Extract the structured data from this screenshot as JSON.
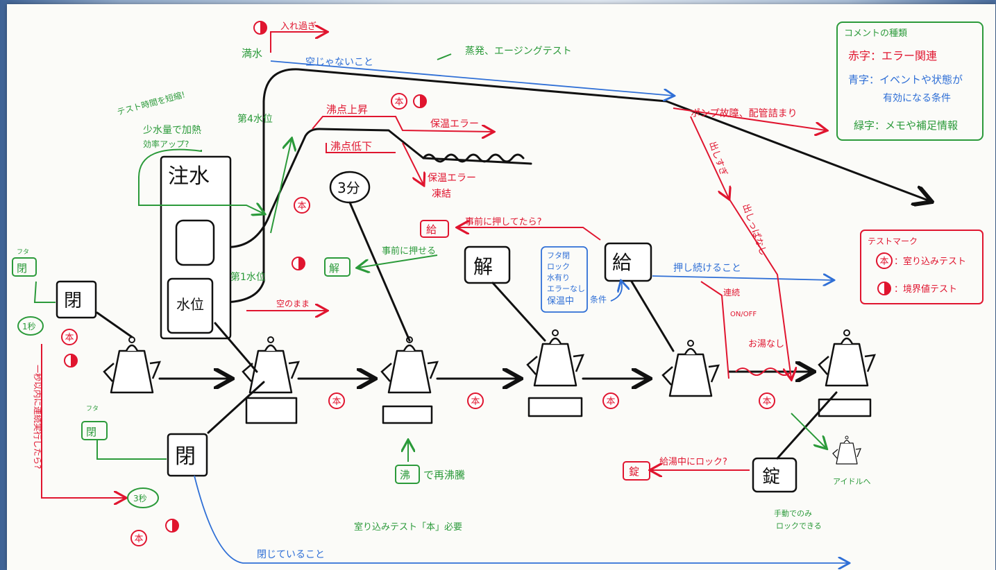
{
  "notes_top": {
    "full_water": "満水",
    "not_empty": "空じゃないこと",
    "evaporation": "蒸発、エージングテスト",
    "overfill": "入れ過ぎ",
    "level4": "第4水位",
    "level1": "第1水位",
    "remain_empty": "空のまま",
    "shorten_test": "テスト時間を短縮!",
    "small_water": "少水量で加熱",
    "efficiency": "効率アップ?"
  },
  "legend_comment": {
    "title": "コメントの種類",
    "red": "赤字：エラー関連",
    "blue1": "青字：イベントや状態が",
    "blue2": "有効になる条件",
    "green": "緑字：メモや補足情報"
  },
  "legend_test": {
    "title": "テストマーク",
    "t1": "：室り込みテスト",
    "t2": "：境界値テスト",
    "mark": "本"
  },
  "boxes": {
    "water": "注水",
    "level": "水位",
    "close1": "閉",
    "close2": "閉",
    "release": "解",
    "supply": "給",
    "lock": "錠",
    "min3": "3分"
  },
  "labels": {
    "boil_up": "沸点上昇",
    "boil_down": "沸点低下",
    "keepwarm_err": "保温エラー",
    "keepwarm_err2": "保温エラー",
    "frozen": "凍結",
    "pump_fail": "ポンプ故障、配管詰まり",
    "over_pour": "出しすぎ",
    "keep_pour": "出しっぱなし",
    "pressed_before_supply": "事前に押してたら?",
    "pressed_before_release": "事前に押せる",
    "supply_small": "給",
    "release_small": "解",
    "conditions": [
      "フタ閉",
      "ロック",
      "水有り",
      "エラーなし",
      "保温中"
    ],
    "condition": "条件",
    "keep_pressing": "押し続けること",
    "continuous": "連続",
    "onoff": "ON/OFF",
    "no_hot": "お湯なし",
    "lid": "フタ",
    "close_small": "閉",
    "sec1": "1秒",
    "sec3": "3秒",
    "within1": "一秒以内に連続実行したら?",
    "reboil_box": "沸",
    "reboil": "で再沸騰",
    "lock_small": "錠",
    "lock_during": "給湯中にロック?",
    "manual_lock": "手動でのみ",
    "manual_lock2": "ロックできる",
    "to_idle": "アイドルへ",
    "must_test": "室り込みテスト「本」必要",
    "must_closed": "閉じていること"
  }
}
